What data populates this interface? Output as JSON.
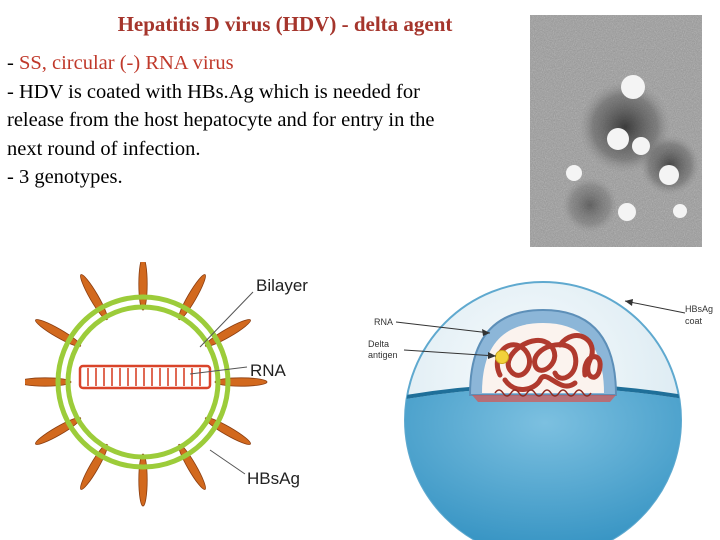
{
  "title": "Hepatitis D virus (HDV) - delta agent",
  "bullets": {
    "line1_prefix": "- ",
    "line1_red": "SS, circular (-) RNA virus",
    "line2": "- HDV is coated with HBs.Ag which is needed for",
    "line3": "release from the host hepatocyte and for entry in the",
    "line4": "next round of infection.",
    "line5": "- 3 genotypes."
  },
  "left_diagram": {
    "label_bilayer": "Bilayer",
    "label_rna": "RNA",
    "label_hbsag": "HBsAg",
    "colors": {
      "envelope": "#9ccc3a",
      "spike": "#d2691e",
      "rna": "#d9442a"
    }
  },
  "right_diagram": {
    "label_rna": "RNA",
    "label_delta_1": "Delta",
    "label_delta_2": "antigen",
    "label_hbsag_1": "HBsAg",
    "label_hbsag_2": "coat",
    "colors": {
      "coat": "#5fa9cf",
      "capsid": "#8cb6d8",
      "rna": "#b03a2e",
      "antigen": "#f2d23b"
    }
  }
}
